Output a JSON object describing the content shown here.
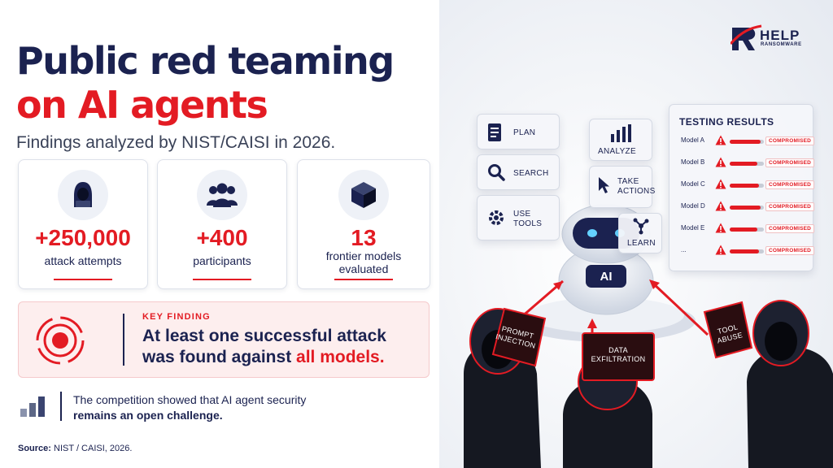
{
  "header": {
    "title_line1": "Public red teaming",
    "title_line2": "on AI agents",
    "subtitle": "Findings analyzed by NIST/CAISI in 2026."
  },
  "stats": [
    {
      "icon": "hacker-icon",
      "value": "+250,000",
      "label": "attack attempts"
    },
    {
      "icon": "participants-icon",
      "value": "+400",
      "label": "participants"
    },
    {
      "icon": "cube-icon",
      "value": "13",
      "label_line1": "frontier models",
      "label_line2": "evaluated"
    }
  ],
  "key_finding": {
    "kicker": "KEY FINDING",
    "line1": "At least one successful attack",
    "line2_prefix": "was found against ",
    "line2_highlight": "all models."
  },
  "conclusion": {
    "line1": "The competition showed that AI agent security",
    "line2": "remains an open challenge."
  },
  "source": {
    "label": "Source:",
    "text": " NIST / CAISI, 2026."
  },
  "logo": {
    "text": "HELP",
    "sub": "RANSOMWARE"
  },
  "agent_panels": {
    "plan": "PLAN",
    "search": "SEARCH",
    "use_tools_1": "USE",
    "use_tools_2": "TOOLS",
    "analyze": "ANALYZE",
    "take_actions_1": "TAKE",
    "take_actions_2": "ACTIONS",
    "learn": "LEARN",
    "robot_label": "AI"
  },
  "testing_results": {
    "title": "TESTING RESULTS",
    "rows": [
      {
        "model": "Model A",
        "status": "COMPROMISED"
      },
      {
        "model": "Model B",
        "status": "COMPROMISED"
      },
      {
        "model": "Model C",
        "status": "COMPROMISED"
      },
      {
        "model": "Model D",
        "status": "COMPROMISED"
      },
      {
        "model": "Model E",
        "status": "COMPROMISED"
      },
      {
        "model": "...",
        "status": "COMPROMISED"
      }
    ]
  },
  "attacks": {
    "prompt_injection_1": "PROMPT",
    "prompt_injection_2": "INJECTION",
    "data_exfiltration_1": "DATA",
    "data_exfiltration_2": "EXFILTRATION",
    "tool_abuse_1": "TOOL",
    "tool_abuse_2": "ABUSE"
  },
  "colors": {
    "navy": "#1b2250",
    "red": "#e31b23",
    "pink_bg": "#fdeeee"
  }
}
